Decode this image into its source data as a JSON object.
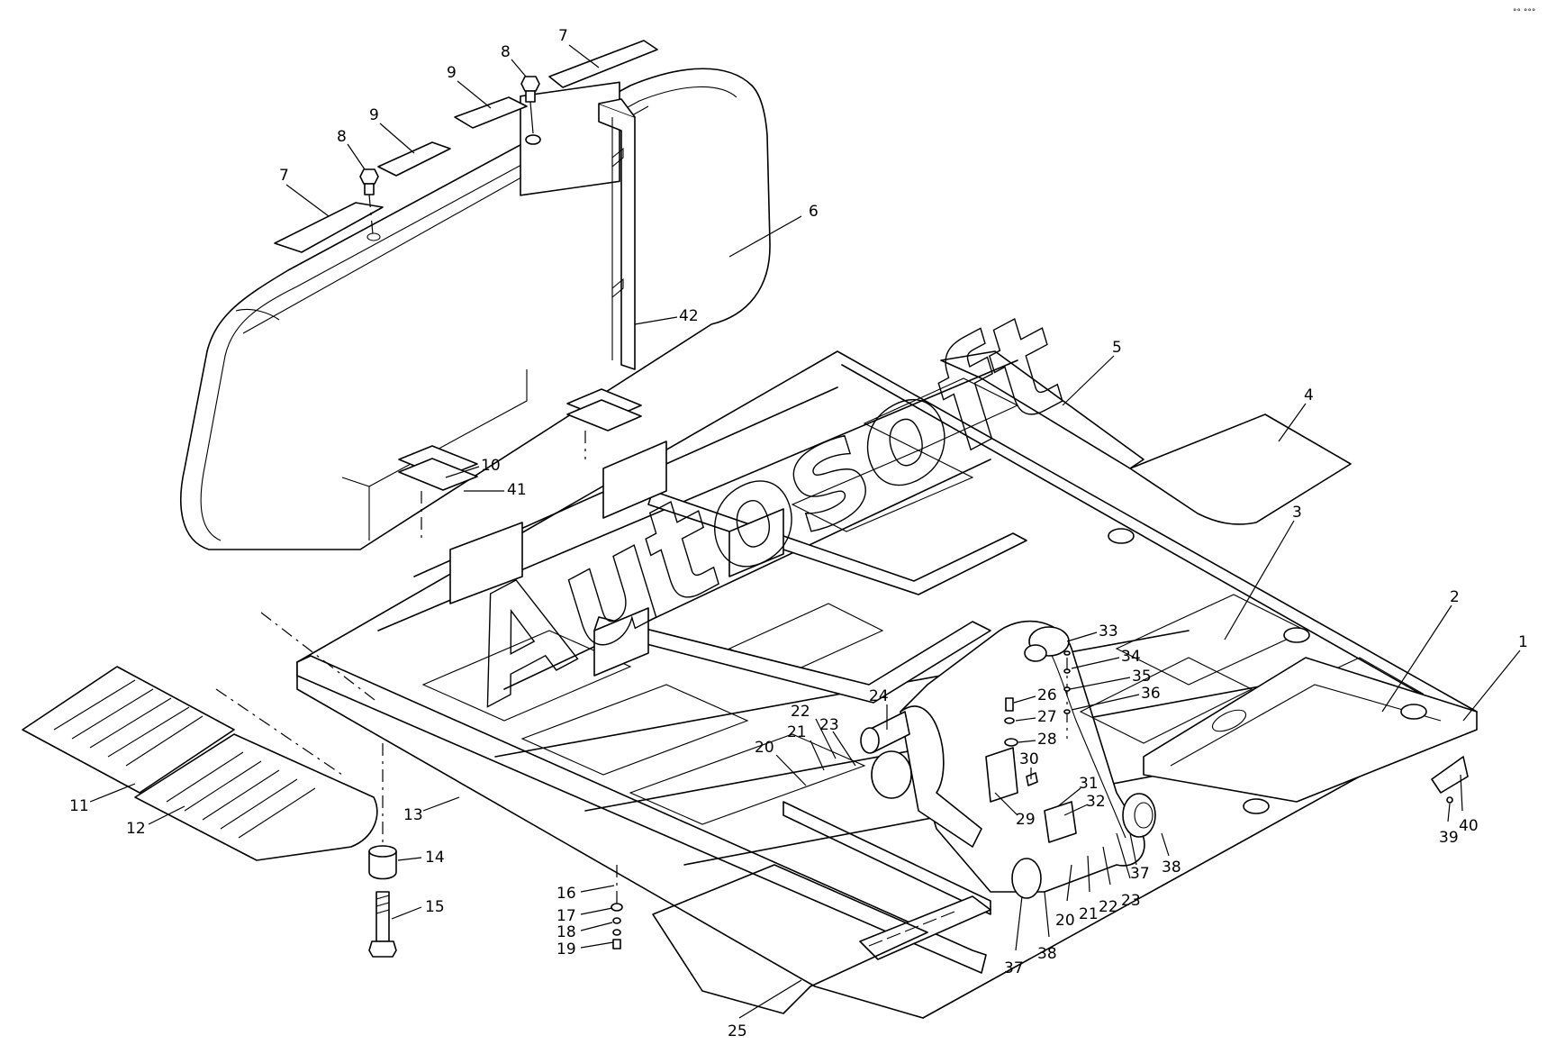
{
  "watermark": "Autosoft",
  "corner_mark": "°° °°°",
  "callouts": [
    {
      "id": "1",
      "text": "1"
    },
    {
      "id": "2",
      "text": "2"
    },
    {
      "id": "3",
      "text": "3"
    },
    {
      "id": "4",
      "text": "4"
    },
    {
      "id": "5",
      "text": "5"
    },
    {
      "id": "6",
      "text": "6"
    },
    {
      "id": "7a",
      "text": "7"
    },
    {
      "id": "7b",
      "text": "7"
    },
    {
      "id": "8a",
      "text": "8"
    },
    {
      "id": "8b",
      "text": "8"
    },
    {
      "id": "9a",
      "text": "9"
    },
    {
      "id": "9b",
      "text": "9"
    },
    {
      "id": "10",
      "text": "10"
    },
    {
      "id": "11",
      "text": "11"
    },
    {
      "id": "12",
      "text": "12"
    },
    {
      "id": "13",
      "text": "13"
    },
    {
      "id": "14",
      "text": "14"
    },
    {
      "id": "15",
      "text": "15"
    },
    {
      "id": "16",
      "text": "16"
    },
    {
      "id": "17",
      "text": "17"
    },
    {
      "id": "18",
      "text": "18"
    },
    {
      "id": "19",
      "text": "19"
    },
    {
      "id": "20a",
      "text": "20"
    },
    {
      "id": "21a",
      "text": "21"
    },
    {
      "id": "22a",
      "text": "22"
    },
    {
      "id": "23a",
      "text": "23"
    },
    {
      "id": "24",
      "text": "24"
    },
    {
      "id": "25",
      "text": "25"
    },
    {
      "id": "26",
      "text": "26"
    },
    {
      "id": "27",
      "text": "27"
    },
    {
      "id": "28",
      "text": "28"
    },
    {
      "id": "29",
      "text": "29"
    },
    {
      "id": "30",
      "text": "30"
    },
    {
      "id": "31",
      "text": "31"
    },
    {
      "id": "32",
      "text": "32"
    },
    {
      "id": "33",
      "text": "33"
    },
    {
      "id": "34",
      "text": "34"
    },
    {
      "id": "35",
      "text": "35"
    },
    {
      "id": "36",
      "text": "36"
    },
    {
      "id": "37a",
      "text": "37"
    },
    {
      "id": "37b",
      "text": "37"
    },
    {
      "id": "38a",
      "text": "38"
    },
    {
      "id": "38b",
      "text": "38"
    },
    {
      "id": "20b",
      "text": "20"
    },
    {
      "id": "21b",
      "text": "21"
    },
    {
      "id": "22b",
      "text": "22"
    },
    {
      "id": "23b",
      "text": "23"
    },
    {
      "id": "39",
      "text": "39"
    },
    {
      "id": "40",
      "text": "40"
    },
    {
      "id": "41",
      "text": "41"
    },
    {
      "id": "42",
      "text": "42"
    }
  ]
}
